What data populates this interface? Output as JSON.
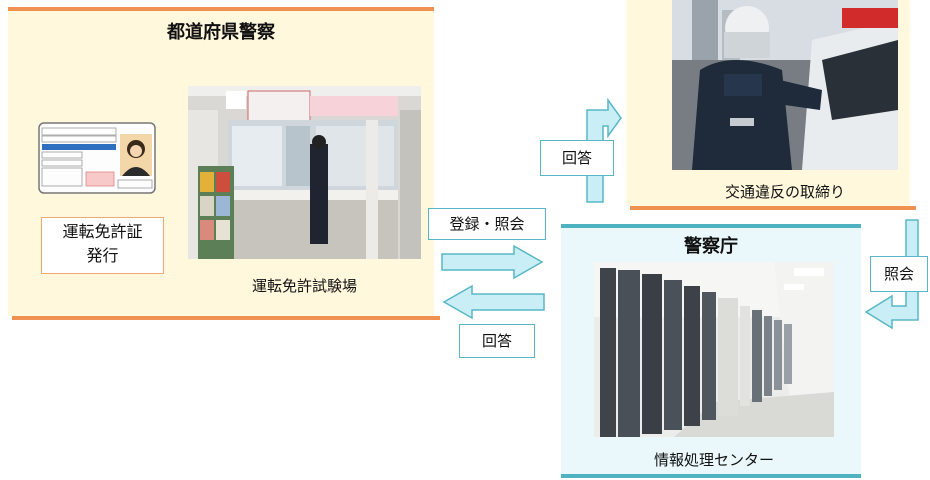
{
  "prefecture": {
    "title": "都道府県警察",
    "license_label_line1": "運転免許証",
    "license_label_line2": "発行",
    "test_center_caption": "運転免許試験場"
  },
  "npa": {
    "title": "警察庁",
    "center_caption": "情報処理センター"
  },
  "traffic": {
    "caption": "交通違反の取締り"
  },
  "flows": {
    "register_query": "登録・照会",
    "answer_bottom": "回答",
    "answer_top": "回答",
    "query_right": "照会"
  },
  "colors": {
    "cream": "#fff8dc",
    "orange": "#ef9150",
    "teal": "#4fb2c1",
    "arrow_fill": "#c9eef5",
    "arrow_stroke": "#58b7c6"
  }
}
